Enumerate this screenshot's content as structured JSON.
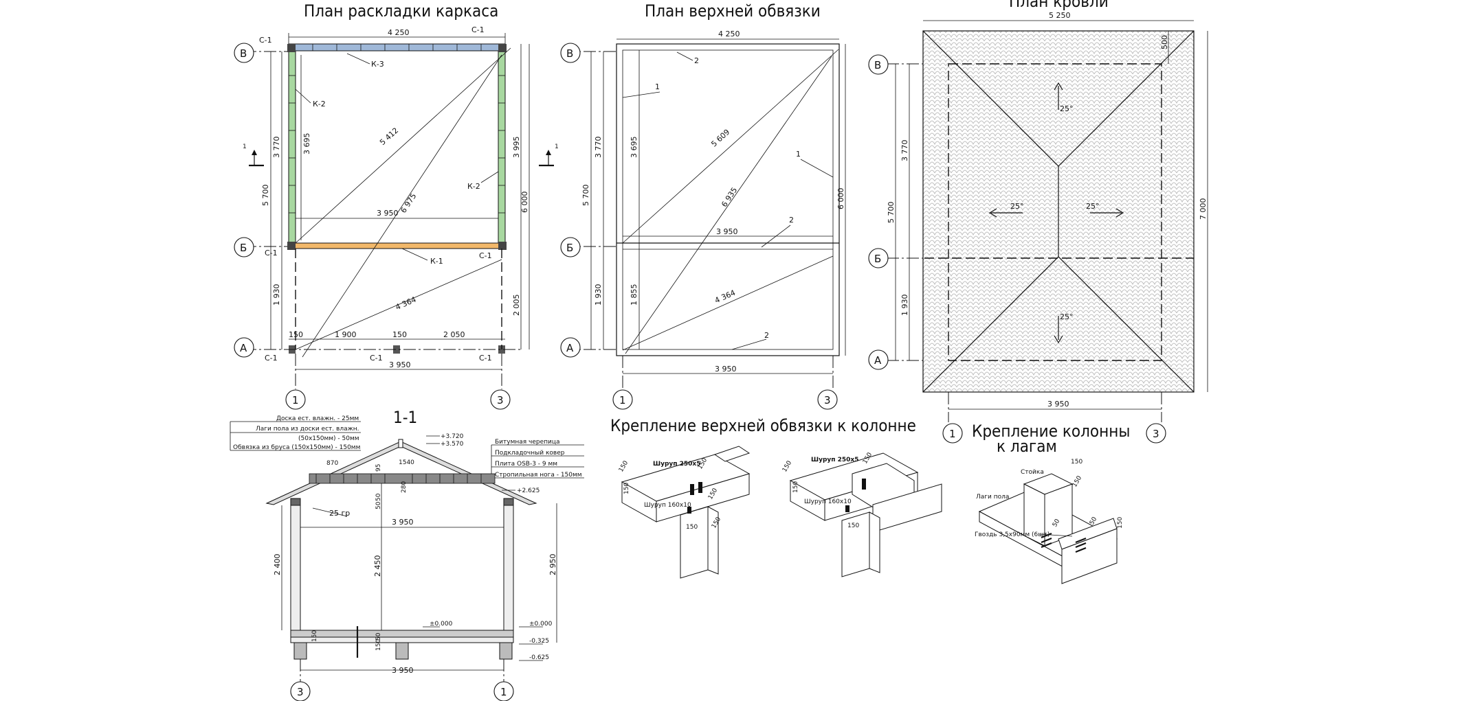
{
  "titles": {
    "frame_plan": "План раскладки каркаса",
    "top_plate_plan": "План верхней обвязки",
    "roof_plan": "План кровли",
    "section": "1-1",
    "plate_to_column": "Крепление верхней обвязки к колонне",
    "column_to_joists_line1": "Крепление колонны",
    "column_to_joists_line2": "к лагам"
  },
  "axes": {
    "B": "В",
    "Bb": "Б",
    "A": "А",
    "one": "1",
    "three": "3"
  },
  "section_marks": {
    "left": "1",
    "right": "1"
  },
  "frame_plan": {
    "dims": {
      "top": "4 250",
      "left_total": "5 700",
      "left_upper": "3 770",
      "left_lower": "1 930",
      "inner_height": "3 695",
      "diag_upper": "5 412",
      "diag_lower": "6 975",
      "inner_width": "3 950",
      "right_upper": "3 995",
      "right_total": "6 000",
      "right_lower": "2 005",
      "diag_short": "4 364",
      "bottom_a": "150",
      "bottom_b": "1 900",
      "bottom_c": "150",
      "bottom_d": "2 050",
      "bottom_total": "3 950"
    },
    "labels": {
      "c1": "С-1",
      "k1": "К-1",
      "k2": "К-2",
      "k3": "К-3"
    },
    "colors": {
      "top_beam": "#9fb8d8",
      "side_beams": "#a8d8a0",
      "mid_beam": "#f2b86a"
    }
  },
  "top_plate_plan": {
    "dims": {
      "top": "4 250",
      "left_total": "5 700",
      "left_upper": "3 770",
      "left_lower": "1 930",
      "inner_upper": "3 695",
      "inner_lower": "1 855",
      "diag_upper": "5 609",
      "diag_lower": "6 935",
      "inner_width": "3 950",
      "right_total": "6 000",
      "diag_short": "4 364",
      "bottom_total": "3 950"
    },
    "labels": {
      "one": "1",
      "two": "2"
    }
  },
  "roof_plan": {
    "dims": {
      "top": "5 250",
      "overhang": "500",
      "right_total": "7 000",
      "left_total": "5 700",
      "left_upper": "3 770",
      "left_lower": "1 930",
      "bottom": "3 950"
    },
    "slopes": {
      "north": "25°",
      "west": "25°",
      "east": "25°",
      "south": "25°"
    },
    "colors": {
      "tile": "#bfbfbf"
    }
  },
  "section_view": {
    "legend_left": [
      "Доска ест. влажн. - 25мм",
      "Лаги пола из доски ест. влажн.",
      "(50х150мм) - 50мм",
      "Обвязка из бруса (150х150мм) - 150мм"
    ],
    "legend_right": [
      "Битумная черепица",
      "Подкладочный ковер",
      "Плита OSB-3 - 9 мм",
      "Стропильная нога - 150мм"
    ],
    "levels": {
      "ridge": "+3.720",
      "ridge2": "+3.570",
      "eave": "+2.625",
      "floor": "±0.000",
      "floor_right": "±0.000",
      "ground": "-0.325",
      "base": "-0.625"
    },
    "dims": {
      "rafter": "870",
      "ridge_w": "1540",
      "rise": "95",
      "tie": "280",
      "top_inner": "50",
      "top_inner2": "50",
      "span": "3 950",
      "left_h": "2 400",
      "mid_h": "2 450",
      "right_h": "2 950",
      "floor_a": "150",
      "floor_b": "50",
      "floor_c": "150",
      "slope": "25 гр",
      "bottom": "3 950"
    },
    "axes": {
      "left": "3",
      "right": "1"
    }
  },
  "detail_plate": {
    "screw_long": "Шуруп 250х5",
    "screw_short": "Шуруп 160х10",
    "dims": [
      "150",
      "150",
      "150",
      "150",
      "150",
      "150"
    ],
    "dims2": [
      "150",
      "150",
      "150",
      "150"
    ]
  },
  "detail_joists": {
    "post": "Стойка",
    "joists": "Лаги пола",
    "nails": "Гвоздь 3,5х90мм (6шт)",
    "dims": [
      "150",
      "150",
      "50",
      "50",
      "150"
    ]
  }
}
